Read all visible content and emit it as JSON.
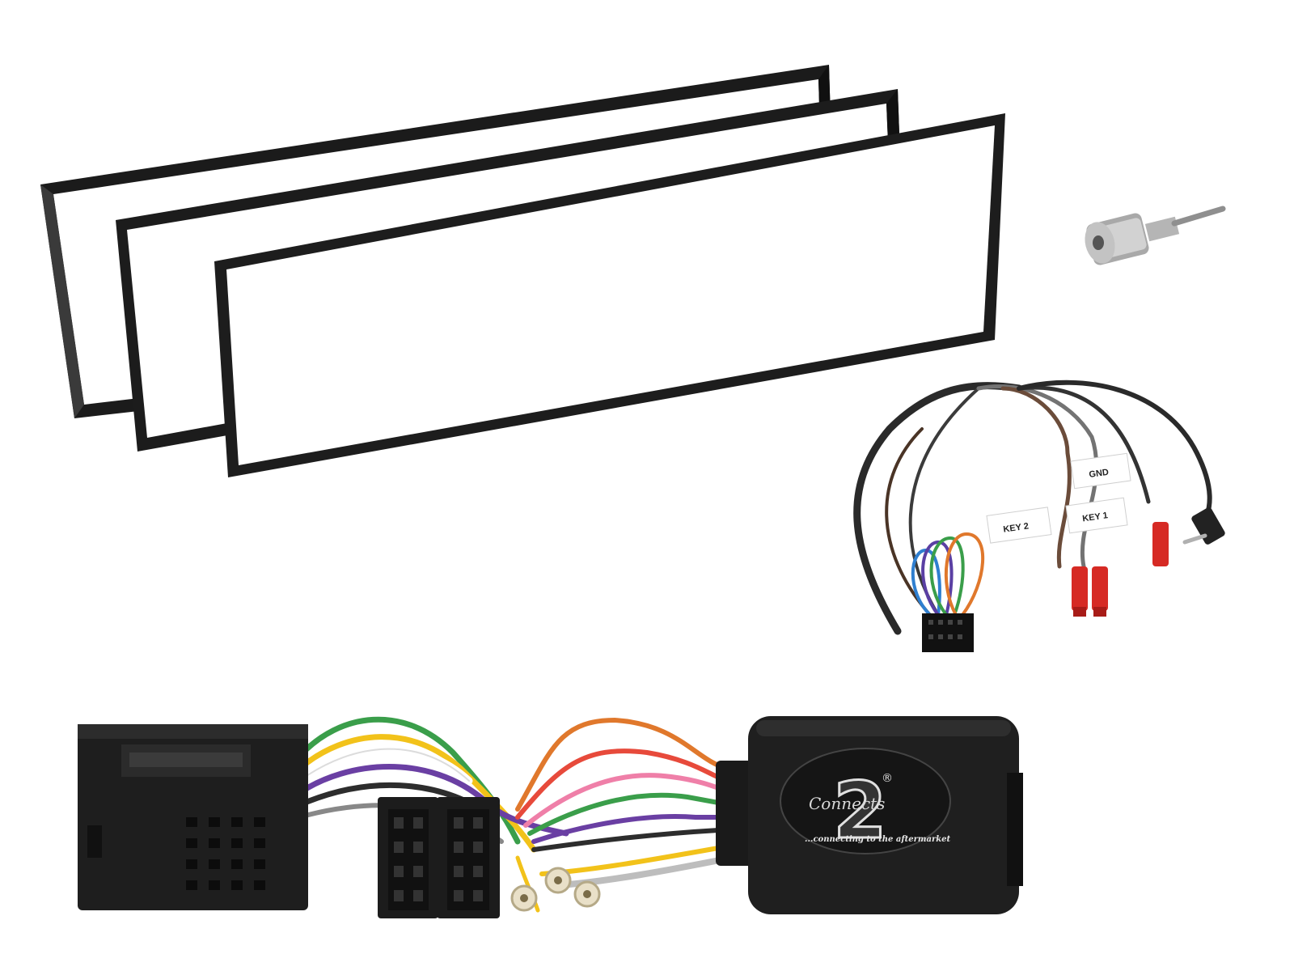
{
  "labels": {
    "gnd": "GND",
    "key1": "KEY 1",
    "key2": "KEY 2"
  },
  "interface_box": {
    "brand": "Connects",
    "digit": "2",
    "registered": "®",
    "tagline": "...connecting to the aftermarket"
  },
  "colors": {
    "frame": "#1b1b1b",
    "module": "#1f1f1f",
    "connector_red": "#d62a24",
    "antenna_adapter": "#b8b8b8"
  }
}
